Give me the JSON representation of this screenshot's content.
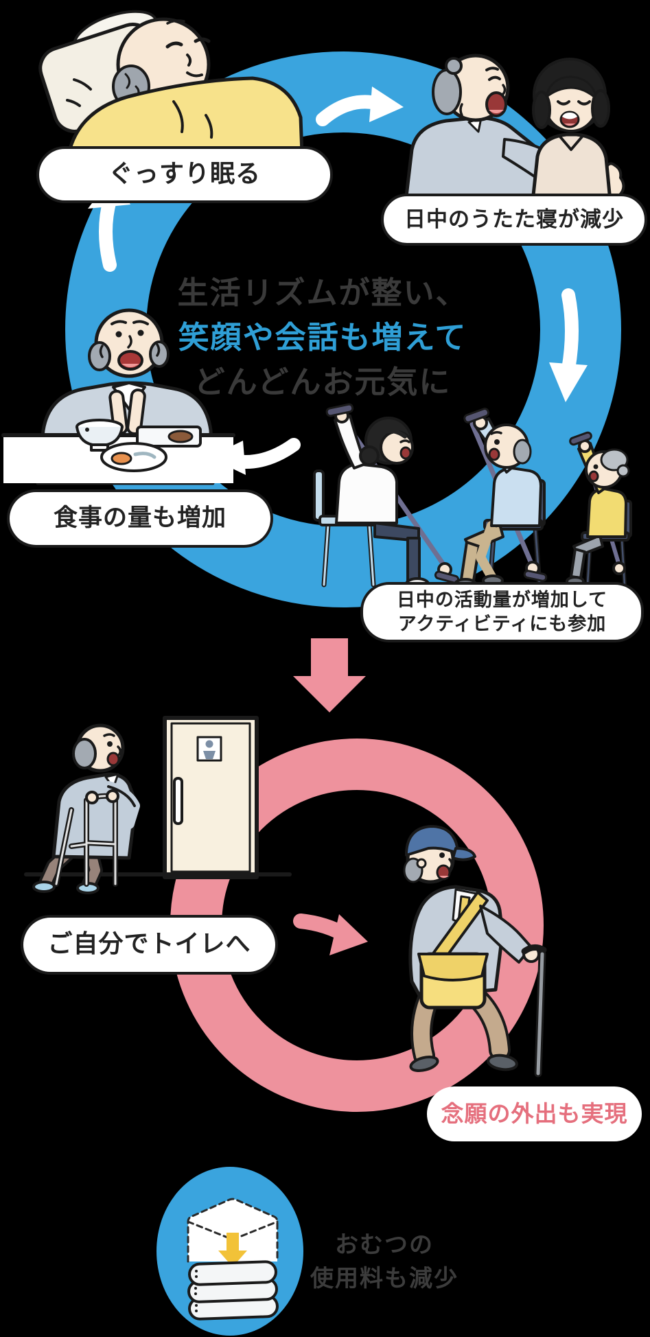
{
  "cycle1": {
    "ring_color": "#3AA4DE",
    "labels": {
      "sleep": "ぐっすり眠る",
      "nap": "日中のうたた寝が減少",
      "activity_line1": "日中の活動量が増加して",
      "activity_line2": "アクティビティにも参加",
      "meal": "食事の量も増加"
    },
    "center_text": {
      "line1": "生活リズムが整い、",
      "line2": "笑顔や会話も増えて",
      "line3": "どんどんお元気に"
    },
    "center_text_colors": {
      "line1": "#3A3A3A",
      "line2": "#2F9FD6",
      "line3": "#3A3A3A"
    }
  },
  "transition": {
    "arrow_color": "#EF929E",
    "direction": "down"
  },
  "cycle2": {
    "ring_color": "#EE929D",
    "labels": {
      "toilet": "ご自分でトイレへ",
      "outing": "念願の外出も実現"
    },
    "outing_text_color": "#E56F7D"
  },
  "footer": {
    "circle_color": "#3AA4DE",
    "icon": "diaper-stack-icon",
    "text_line1": "おむつの",
    "text_line2": "使用料も減少"
  },
  "icons": {
    "cycle1_top": "arrow-right-icon",
    "cycle1_right": "arrow-down-icon",
    "cycle1_bottom": "arrow-left-icon",
    "cycle1_left": "arrow-up-icon",
    "section_transition": "big-arrow-down-icon",
    "cycle2_flow": "arrow-down-right-icon",
    "toilet_sign": "person-icon"
  }
}
